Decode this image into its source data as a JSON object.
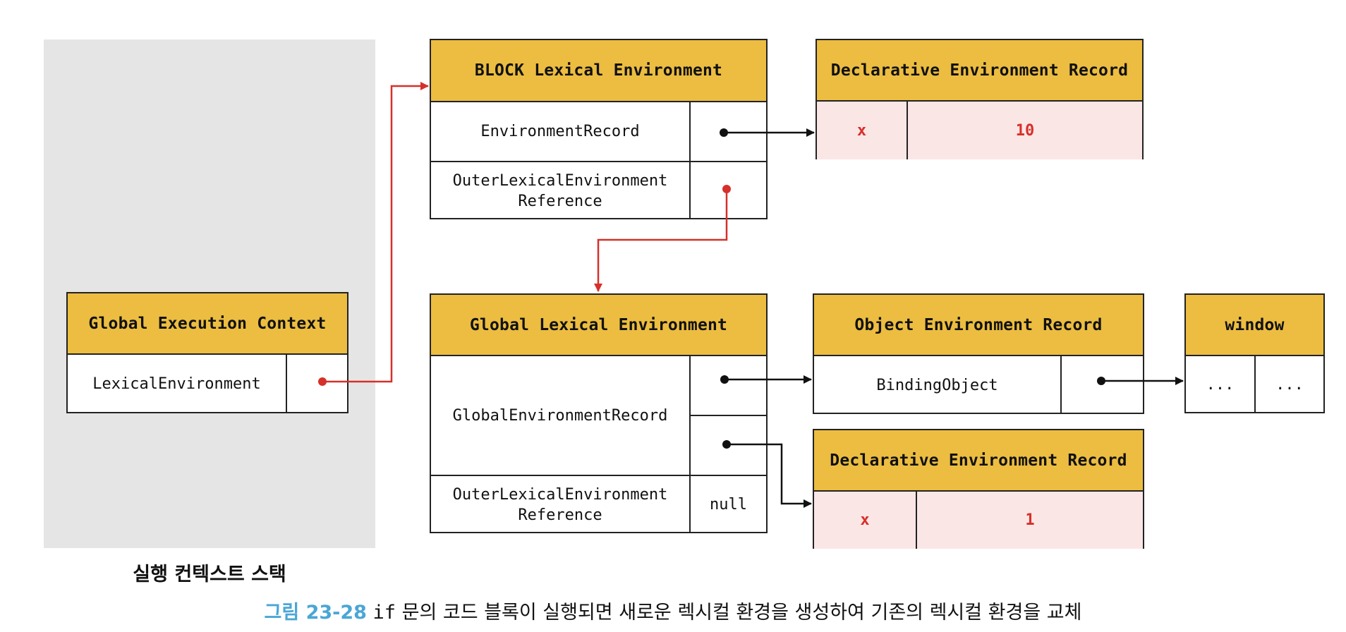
{
  "stack_label": "실행 컨텍스트 스택",
  "global_execution_context": {
    "title": "Global Execution Context",
    "lexical_environment_label": "LexicalEnvironment"
  },
  "block_lexical_environment": {
    "title": "BLOCK Lexical Environment",
    "environment_record_label": "EnvironmentRecord",
    "outer_ref_label_line1": "OuterLexicalEnvironment",
    "outer_ref_label_line2": "Reference"
  },
  "block_declarative_record": {
    "title": "Declarative Environment Record",
    "name": "x",
    "value": "10"
  },
  "global_lexical_environment": {
    "title": "Global Lexical Environment",
    "global_record_label": "GlobalEnvironmentRecord",
    "outer_ref_label_line1": "OuterLexicalEnvironment",
    "outer_ref_label_line2": "Reference",
    "outer_ref_value": "null"
  },
  "object_environment_record": {
    "title": "Object Environment Record",
    "binding_label": "BindingObject"
  },
  "window_object": {
    "title": "window",
    "cell1": "...",
    "cell2": "..."
  },
  "global_declarative_record": {
    "title": "Declarative Environment Record",
    "name": "x",
    "value": "1"
  },
  "caption": {
    "figure_number": "그림 23-28",
    "code": "if",
    "text": "문의 코드 블록이 실행되면 새로운 렉시컬 환경을 생성하여 기존의 렉시컬 환경을 교체"
  },
  "colors": {
    "header_fill": "#ecbd40",
    "record_fill": "#fbe6e6",
    "red_accent": "#d6302a",
    "stack_bg": "#e6e5e6",
    "caption_blue": "#4aa6d6"
  }
}
